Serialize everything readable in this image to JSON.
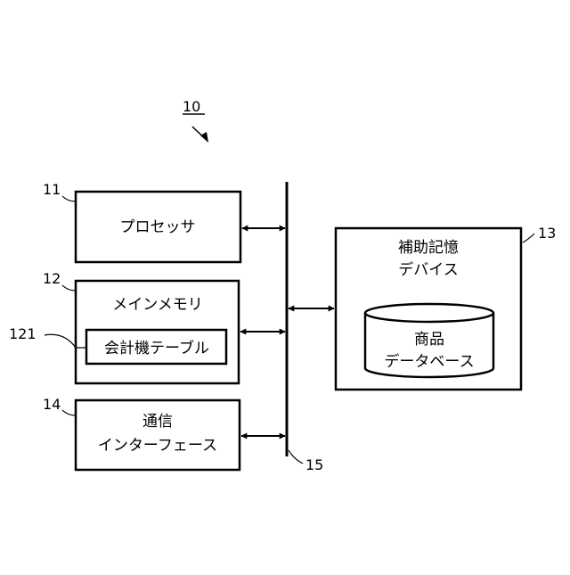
{
  "figure_ref": "10",
  "processor": {
    "ref": "11",
    "label": "プロセッサ"
  },
  "main_memory": {
    "ref": "12",
    "label": "メインメモリ",
    "table": {
      "ref": "121",
      "label": "会計機テーブル"
    }
  },
  "auxiliary_storage": {
    "ref": "13",
    "label_lines": [
      "補助記憶",
      "デバイス"
    ],
    "database": {
      "label_lines": [
        "商品",
        "データベース"
      ]
    }
  },
  "communication_interface": {
    "ref": "14",
    "label_lines": [
      "通信",
      "インターフェース"
    ]
  },
  "bus": {
    "ref": "15"
  },
  "colors": {
    "line": "#000000",
    "background": "#ffffff"
  }
}
